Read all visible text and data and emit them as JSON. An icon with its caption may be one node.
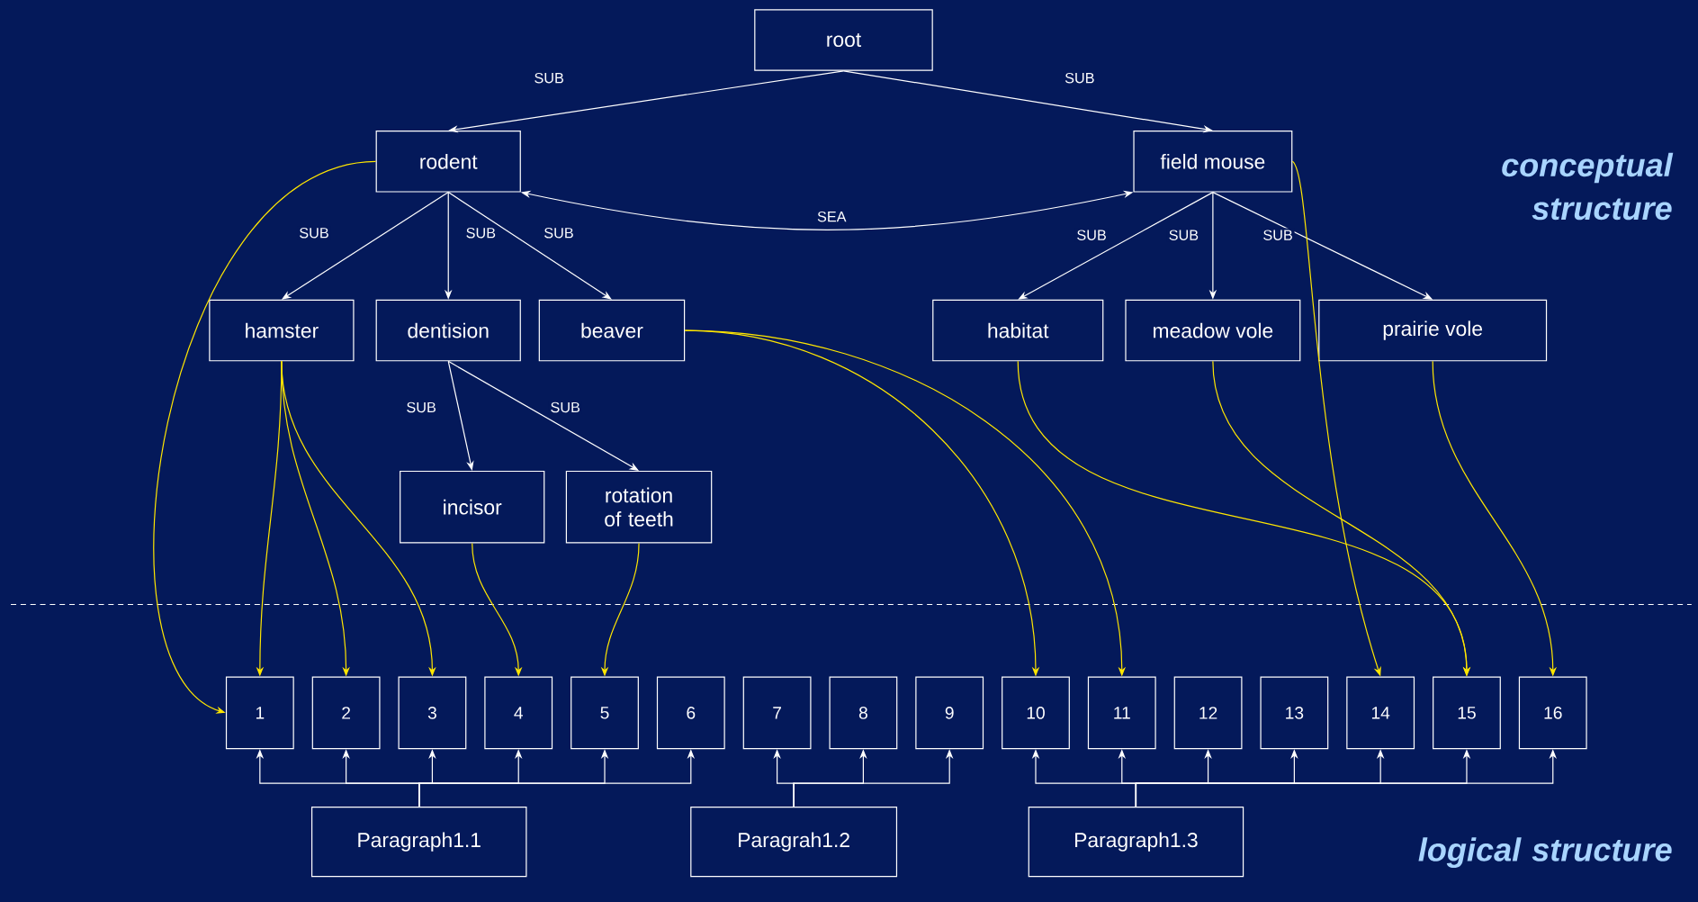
{
  "diagram": {
    "nodes": [
      {
        "text": [
          "root"
        ]
      },
      {
        "text": [
          "rodent"
        ]
      },
      {
        "text": [
          "field mouse"
        ]
      },
      {
        "text": [
          "hamster"
        ]
      },
      {
        "text": [
          "dentision"
        ]
      },
      {
        "text": [
          "beaver"
        ]
      },
      {
        "text": [
          "habitat"
        ]
      },
      {
        "text": [
          "meadow vole"
        ]
      },
      {
        "text": [
          "prairie vole"
        ]
      },
      {
        "text": [
          "incisor"
        ]
      },
      {
        "text": [
          "rotation of teeth"
        ]
      },
      {
        "text": [
          "1"
        ]
      },
      {
        "text": [
          "2"
        ]
      },
      {
        "text": [
          "3"
        ]
      },
      {
        "text": [
          "4"
        ]
      },
      {
        "text": [
          "5"
        ]
      },
      {
        "text": [
          "6"
        ]
      },
      {
        "text": [
          "7"
        ]
      },
      {
        "text": [
          "8"
        ]
      },
      {
        "text": [
          "9"
        ]
      },
      {
        "text": [
          "10"
        ]
      },
      {
        "text": [
          "11"
        ]
      },
      {
        "text": [
          "12"
        ]
      },
      {
        "text": [
          "13"
        ]
      },
      {
        "text": [
          "14"
        ]
      },
      {
        "text": [
          "15"
        ]
      },
      {
        "text": [
          "16"
        ]
      },
      {
        "text": [
          "Paragraph1.1"
        ]
      },
      {
        "text": [
          "Paragrah1.2"
        ]
      },
      {
        "text": [
          "Paragraph1.3"
        ]
      }
    ],
    "edges": [
      {
        "from": 0,
        "to": 1,
        "arrow": "to",
        "label": "SUB"
      },
      {
        "from": 0,
        "to": 2,
        "arrow": "to",
        "label": "SUB"
      },
      {
        "from": 1,
        "to": 2,
        "arrow": "both",
        "label": "SEA"
      },
      {
        "from": 1,
        "to": 3,
        "arrow": "to",
        "label": "SUB"
      },
      {
        "from": 1,
        "to": 4,
        "arrow": "to",
        "label": "SUB"
      },
      {
        "from": 1,
        "to": 5,
        "arrow": "to",
        "label": "SUB"
      },
      {
        "from": 2,
        "to": 6,
        "arrow": "to",
        "label": "SUB"
      },
      {
        "from": 2,
        "to": 7,
        "arrow": "to",
        "label": "SUB"
      },
      {
        "from": 2,
        "to": 8,
        "arrow": "to",
        "label": "SUB"
      },
      {
        "from": 4,
        "to": 9,
        "arrow": "to",
        "label": "SUB"
      },
      {
        "from": 4,
        "to": 10,
        "arrow": "to",
        "label": "SUB"
      },
      {
        "from": 1,
        "to": 11,
        "arrow": "to",
        "color": "#ffe600"
      },
      {
        "from": 3,
        "to": 11,
        "arrow": "to",
        "color": "#ffe600"
      },
      {
        "from": 3,
        "to": 12,
        "arrow": "to",
        "color": "#ffe600"
      },
      {
        "from": 3,
        "to": 13,
        "arrow": "to",
        "color": "#ffe600"
      },
      {
        "from": 9,
        "to": 14,
        "arrow": "to",
        "color": "#ffe600"
      },
      {
        "from": 10,
        "to": 15,
        "arrow": "to",
        "color": "#ffe600"
      },
      {
        "from": 5,
        "to": 20,
        "arrow": "to",
        "color": "#ffe600"
      },
      {
        "from": 5,
        "to": 21,
        "arrow": "to",
        "color": "#ffe600"
      },
      {
        "from": 2,
        "to": 24,
        "arrow": "to",
        "color": "#ffe600"
      },
      {
        "from": 6,
        "to": 25,
        "arrow": "to",
        "color": "#ffe600"
      },
      {
        "from": 7,
        "to": 25,
        "arrow": "to",
        "color": "#ffe600"
      },
      {
        "from": 8,
        "to": 26,
        "arrow": "to",
        "color": "#ffe600"
      },
      {
        "from": 27,
        "to": 11,
        "arrow": "to"
      },
      {
        "from": 27,
        "to": 12,
        "arrow": "to"
      },
      {
        "from": 27,
        "to": 13,
        "arrow": "to"
      },
      {
        "from": 27,
        "to": 14,
        "arrow": "to"
      },
      {
        "from": 27,
        "to": 15,
        "arrow": "to"
      },
      {
        "from": 27,
        "to": 16,
        "arrow": "to"
      },
      {
        "from": 28,
        "to": 17,
        "arrow": "to"
      },
      {
        "from": 28,
        "to": 18,
        "arrow": "to"
      },
      {
        "from": 28,
        "to": 19,
        "arrow": "to"
      },
      {
        "from": 29,
        "to": 20,
        "arrow": "to"
      },
      {
        "from": 29,
        "to": 21,
        "arrow": "to"
      },
      {
        "from": 29,
        "to": 22,
        "arrow": "to"
      },
      {
        "from": 29,
        "to": 23,
        "arrow": "to"
      },
      {
        "from": 29,
        "to": 24,
        "arrow": "to"
      },
      {
        "from": 29,
        "to": 25,
        "arrow": "to"
      },
      {
        "from": 29,
        "to": 26,
        "arrow": "to"
      }
    ],
    "labels": [
      "conceptual structure",
      "logical structure"
    ]
  }
}
